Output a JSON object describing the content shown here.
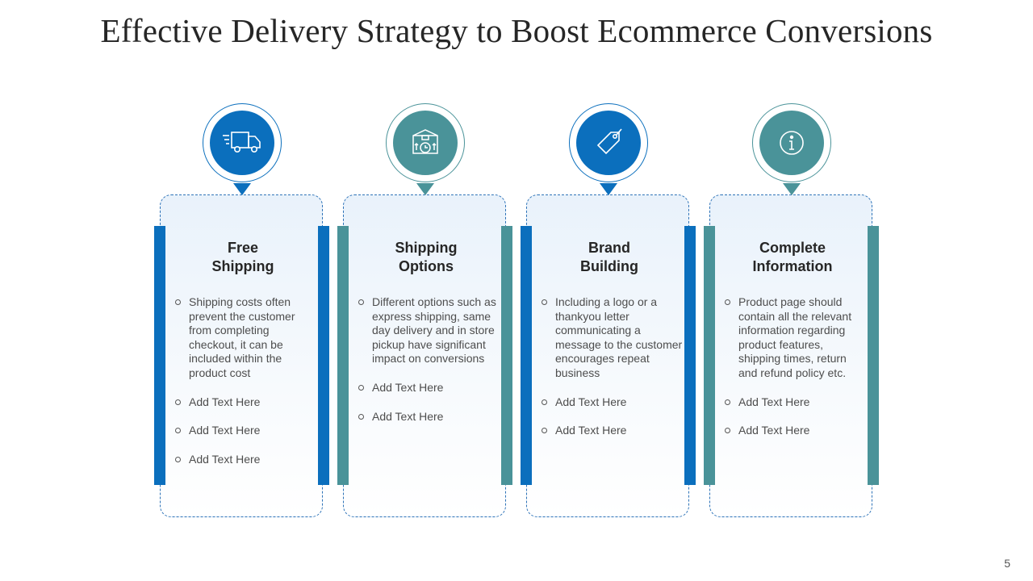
{
  "title": "Effective Delivery Strategy to Boost Ecommerce Conversions",
  "page_number": "5",
  "colors": {
    "blue": "#0b6fbd",
    "teal": "#4a9399",
    "border": "#2e73b8"
  },
  "cards": [
    {
      "icon": "delivery-truck-icon",
      "heading_line1": "Free",
      "heading_line2": "Shipping",
      "bullets": [
        "Shipping costs often prevent the customer from completing checkout, it can be included within the product cost",
        "Add Text Here",
        "Add Text Here",
        "Add Text Here"
      ]
    },
    {
      "icon": "package-clock-icon",
      "heading_line1": "Shipping",
      "heading_line2": "Options",
      "bullets": [
        "Different options such as express shipping, same day delivery and in store pickup have significant impact on conversions",
        "Add Text Here",
        "Add Text Here"
      ]
    },
    {
      "icon": "price-tag-icon",
      "heading_line1": "Brand",
      "heading_line2": "Building",
      "bullets": [
        "Including a logo or a thankyou letter communicating a message to the customer encourages repeat business",
        "Add Text Here",
        "Add Text Here"
      ]
    },
    {
      "icon": "info-icon",
      "heading_line1": "Complete",
      "heading_line2": "Information",
      "bullets": [
        "Product page should contain all the relevant information regarding product features, shipping times, return and refund policy etc.",
        "Add Text Here",
        "Add Text Here"
      ]
    }
  ]
}
